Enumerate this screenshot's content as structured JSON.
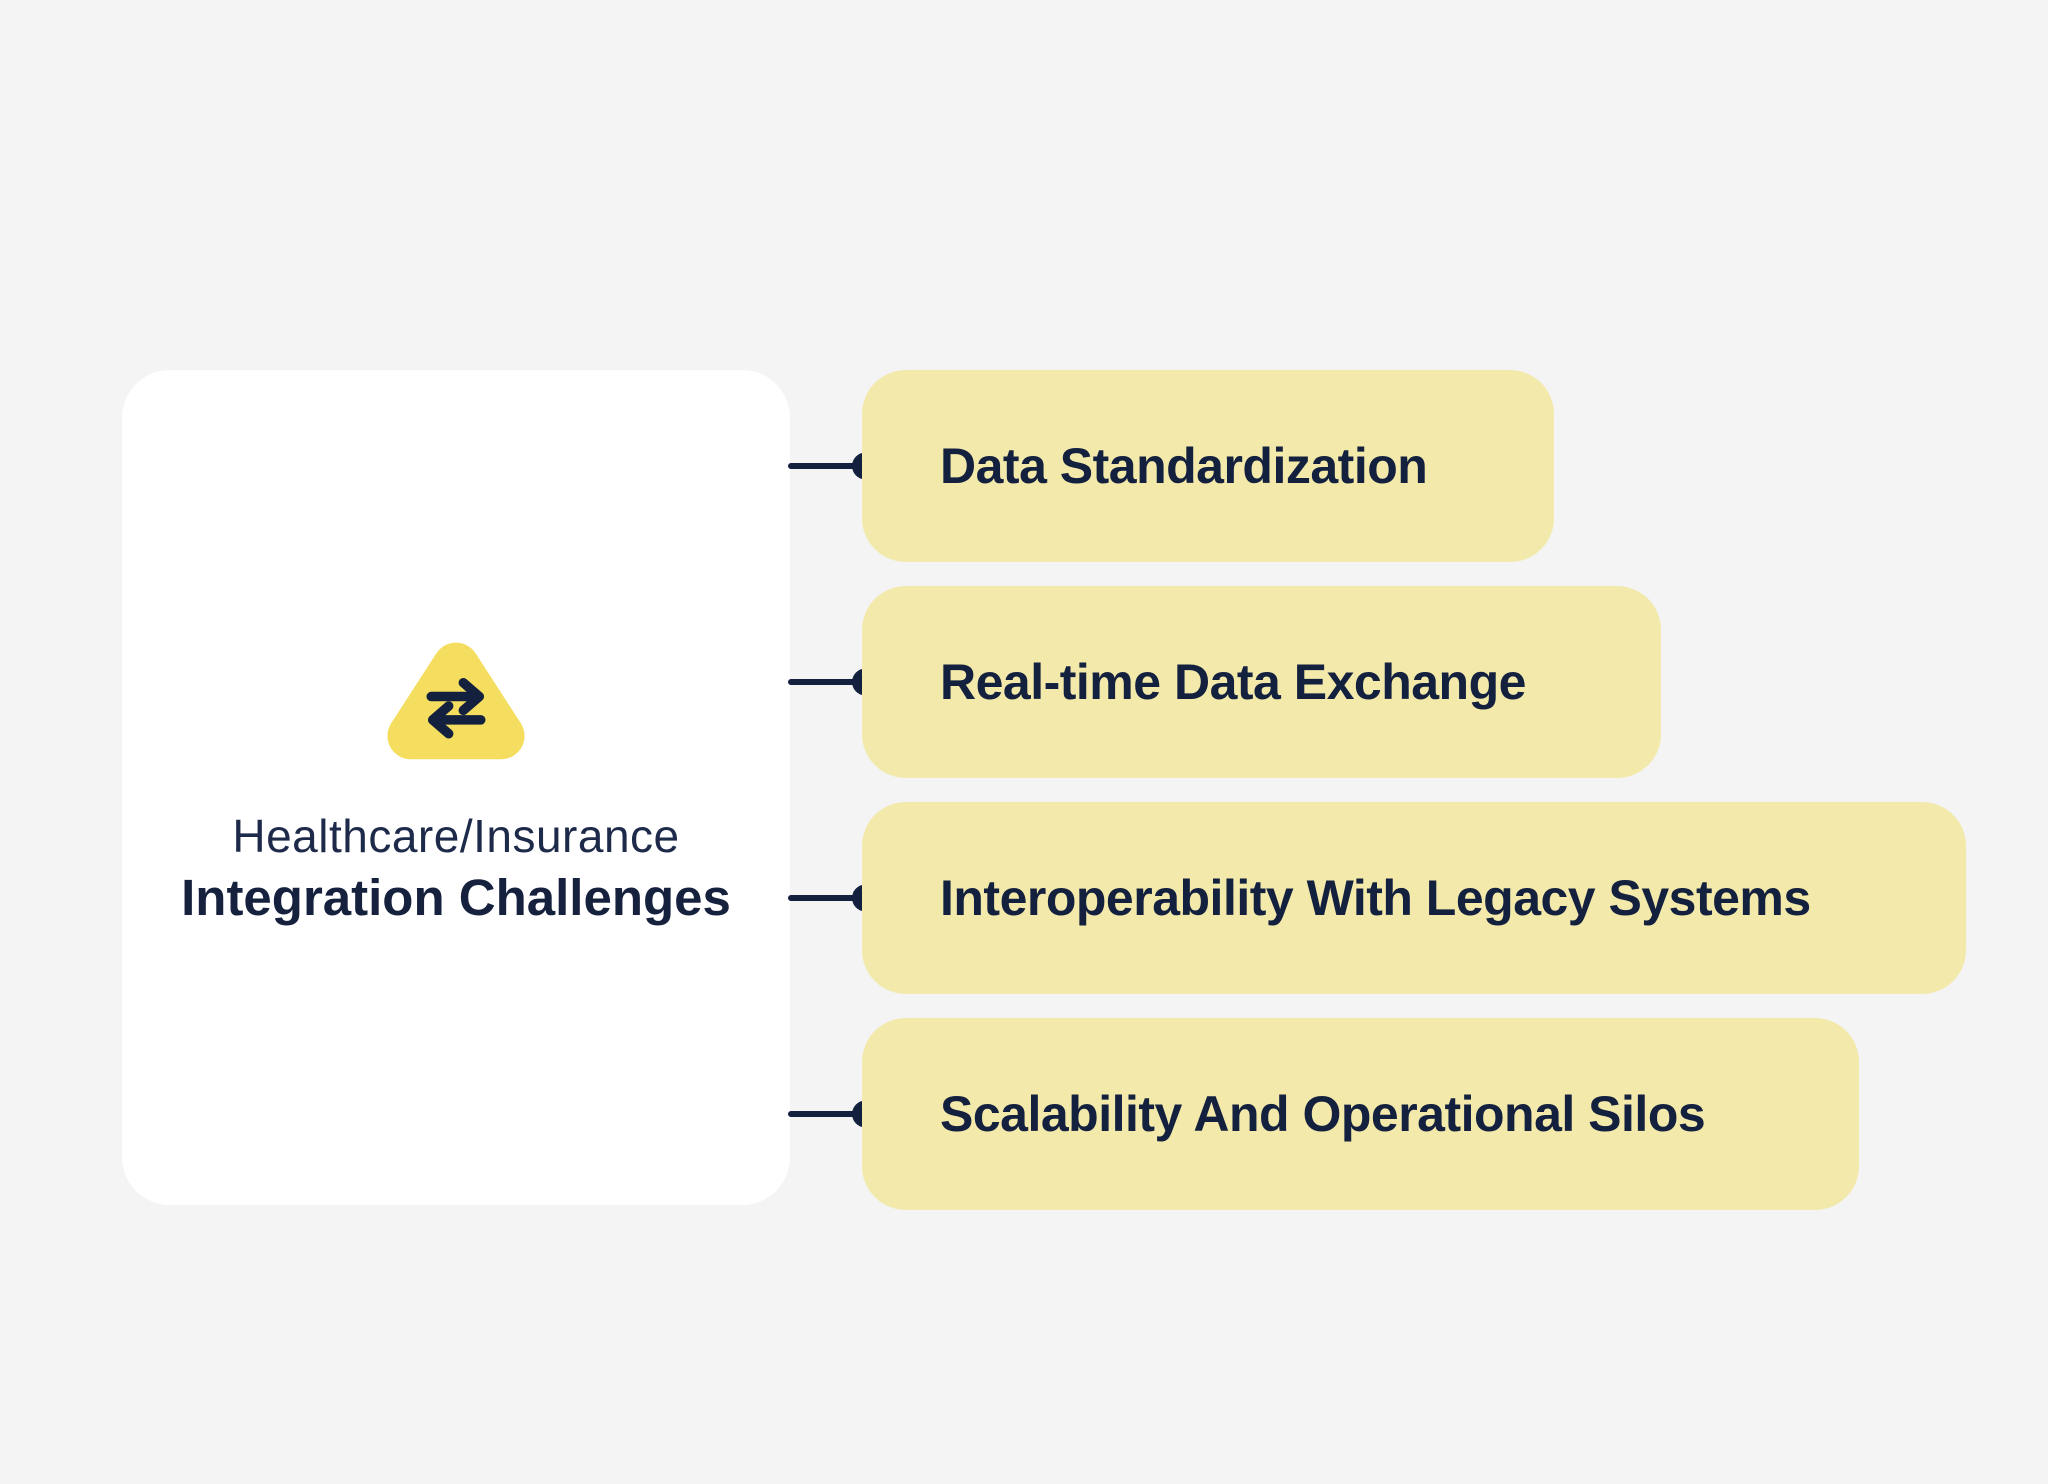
{
  "card": {
    "icon": "transfer-arrows-icon",
    "title_line1": "Healthcare/Insurance",
    "title_line2": "Integration Challenges"
  },
  "pills": [
    {
      "label": "Data Standardization"
    },
    {
      "label": "Real-time Data Exchange"
    },
    {
      "label": "Interoperability With Legacy Systems"
    },
    {
      "label": "Scalability And Operational Silos"
    }
  ],
  "colors": {
    "page_background": "#F3F4F3",
    "card_background": "#FFFFFF",
    "pill_background": "#F3E9AB",
    "icon_triangle_yellow": "#F5DE5F",
    "text_navy": "#16213E",
    "connector_navy": "#13203E"
  }
}
